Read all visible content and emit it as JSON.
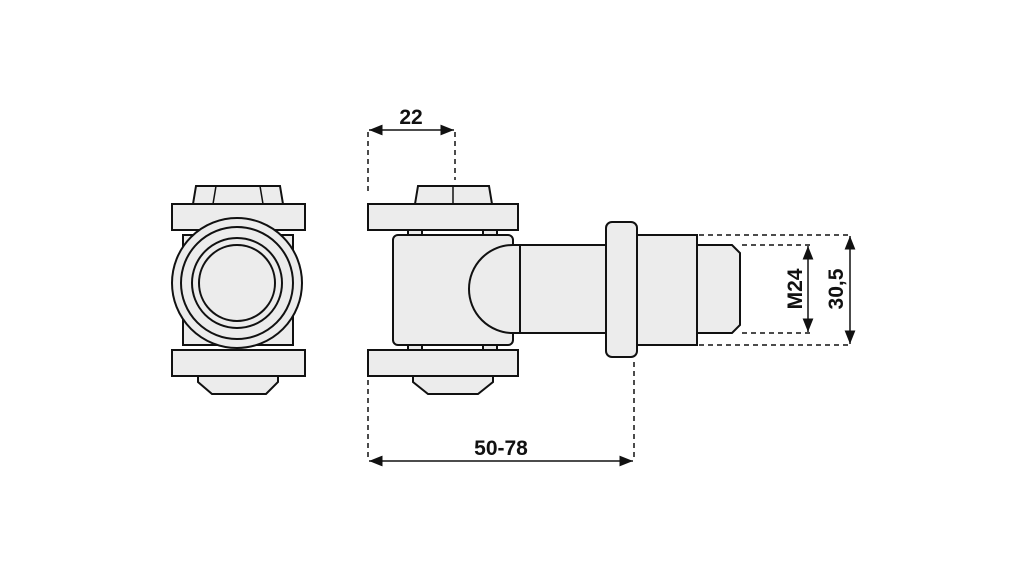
{
  "dimensions": {
    "bolt_spacing": "22",
    "adjustment_range": "50-78",
    "thread_size": "M24",
    "flange_diameter": "30,5"
  },
  "colors": {
    "part_fill": "#ececec",
    "line": "#111111"
  }
}
